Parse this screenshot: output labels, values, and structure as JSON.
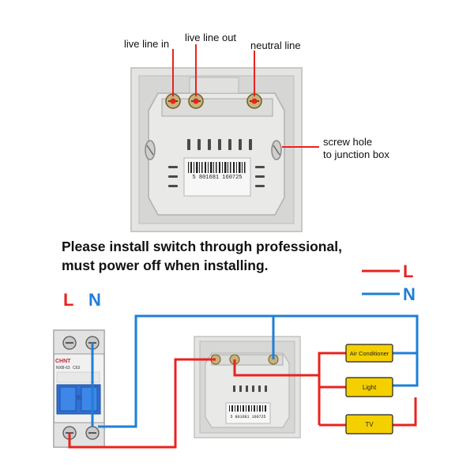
{
  "labels": {
    "live_line_in": "live line in",
    "live_line_out": "live line out",
    "neutral_line": "neutral line",
    "screw_hole_1": "screw hole",
    "screw_hole_2": "to junction box"
  },
  "instruction": {
    "line1": "Please install switch through professional,",
    "line2": "must power off when installing."
  },
  "legend": {
    "live": "L",
    "neutral": "N",
    "live_color": "#e8231f",
    "neutral_color": "#1e7fd6"
  },
  "breaker": {
    "L": "L",
    "N": "N",
    "brand": "CHNT",
    "model": "NXB-63",
    "rating": "C63"
  },
  "barcode": {
    "number_top": "5 801681 160725",
    "number_bottom": "5 801681 160725"
  },
  "loads": {
    "ac": "Air Conditioner",
    "light": "Light",
    "tv": "TV",
    "fill": "#f5d000"
  }
}
